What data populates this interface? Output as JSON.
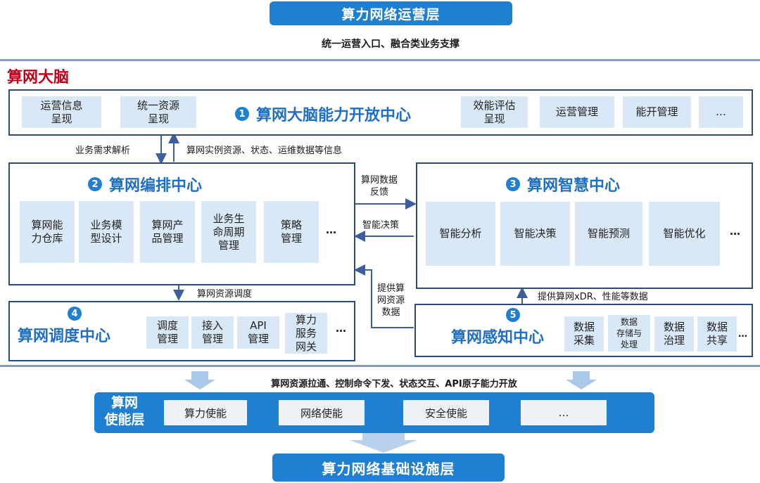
{
  "top_layer": "算力网络运营层",
  "top_caption": "统一运营入口、融合类业务支撑",
  "brain_title": "算网大脑",
  "open_center": {
    "num": "1",
    "title": "算网大脑能力开放中心",
    "left_tiles": [
      "运营信息\n呈现",
      "统一资源\n呈现"
    ],
    "right_tiles": [
      "效能评估\n呈现",
      "运营管理",
      "能开管理",
      "…"
    ]
  },
  "link_labels": {
    "demand_parse": "业务需求解析",
    "instance_info": "算网实例资源、状态、运维数据等信息",
    "data_feedback": "算网数据\n反馈",
    "smart_decision": "智能决策",
    "resource_dispatch": "算网资源调度",
    "provide_data": "提供算\n网资源\n数据",
    "provide_xdr": "提供算网xDR、性能等数据"
  },
  "orchestration": {
    "num": "2",
    "title": "算网编排中心",
    "tiles": [
      "算网能\n力仓库",
      "业务模\n型设计",
      "算网产\n品管理",
      "业务生\n命周期\n管理",
      "策略\n管理"
    ],
    "more": "…"
  },
  "wisdom": {
    "num": "3",
    "title": "算网智慧中心",
    "tiles": [
      "智能分析",
      "智能决策",
      "智能预测",
      "智能优化"
    ],
    "more": "…"
  },
  "scheduling": {
    "num": "4",
    "title": "算网调度中心",
    "tiles": [
      "调度\n管理",
      "接入\n管理",
      "API\n管理",
      "算力\n服务\n网关"
    ],
    "more": "…"
  },
  "perception": {
    "num": "5",
    "title": "算网感知中心",
    "tiles": [
      "数据\n采集",
      "数据\n存储与\n处理",
      "数据\n治理",
      "数据\n共享"
    ],
    "more": "…"
  },
  "bottom_caption": "算网资源拉通、控制命令下发、状态交互、API原子能力开放",
  "enable_layer": {
    "title": "算网\n使能层",
    "items": [
      "算力使能",
      "网络使能",
      "安全使能",
      "…"
    ]
  },
  "base_layer": "算力网络基础设施层",
  "colors": {
    "accent": "#1f7fd0",
    "brain_red": "#c0001a",
    "frame": "#8a9cb8",
    "tile": "#d9e8f6"
  }
}
